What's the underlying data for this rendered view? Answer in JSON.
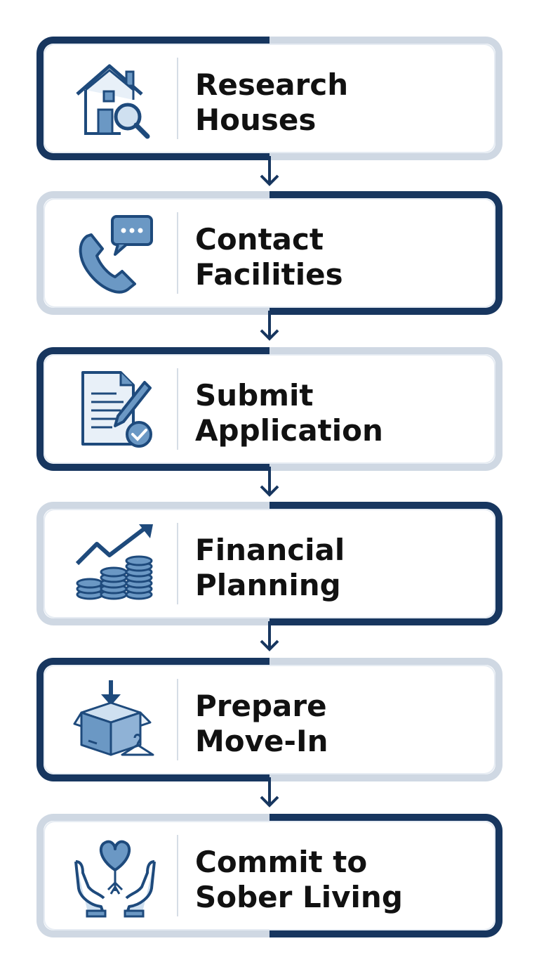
{
  "colors": {
    "dark": "#17365f",
    "light": "#cfd8e3",
    "icon_fill": "#6b98c4",
    "icon_stroke": "#1e4a7c"
  },
  "steps": [
    {
      "line1": "Research",
      "line2": "Houses",
      "icon": "house-search-icon"
    },
    {
      "line1": "Contact",
      "line2": "Facilities",
      "icon": "phone-chat-icon"
    },
    {
      "line1": "Submit",
      "line2": "Application",
      "icon": "document-pen-check-icon"
    },
    {
      "line1": "Financial",
      "line2": "Planning",
      "icon": "coins-growth-icon"
    },
    {
      "line1": "Prepare",
      "line2": "Move-In",
      "icon": "box-hanger-icon"
    },
    {
      "line1": "Commit to",
      "line2": "Sober Living",
      "icon": "hands-heart-icon"
    }
  ]
}
